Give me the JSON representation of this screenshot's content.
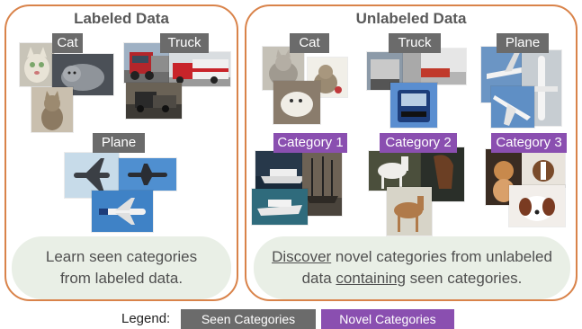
{
  "labeled_panel": {
    "title": "Labeled Data",
    "tags": [
      "Cat",
      "Truck",
      "Plane"
    ],
    "note": "Learn seen categories from labeled data."
  },
  "unlabeled_panel": {
    "title": "Unlabeled Data",
    "seen_tags": [
      "Cat",
      "Truck",
      "Plane"
    ],
    "novel_tags": [
      "Category 1",
      "Category 2",
      "Category 3"
    ],
    "note_parts": [
      "Discover",
      " novel categories from unlabeled data ",
      "containing",
      " seen categories."
    ]
  },
  "legend": {
    "label": "Legend:",
    "seen": "Seen Categories",
    "novel": "Novel Categories"
  },
  "colors": {
    "panel_border": "#d9834a",
    "seen_tag": "#6b6b6b",
    "novel_tag": "#8a4fb0",
    "note_bg": "#e9efe6"
  },
  "photo_subjects": [
    "cat",
    "cat",
    "cat",
    "truck",
    "truck",
    "truck",
    "plane",
    "plane",
    "plane",
    "cat",
    "cat",
    "cat",
    "truck",
    "truck",
    "plane",
    "plane",
    "ship",
    "ship",
    "ship",
    "horse",
    "horse",
    "horse",
    "dog",
    "dog",
    "dog"
  ]
}
